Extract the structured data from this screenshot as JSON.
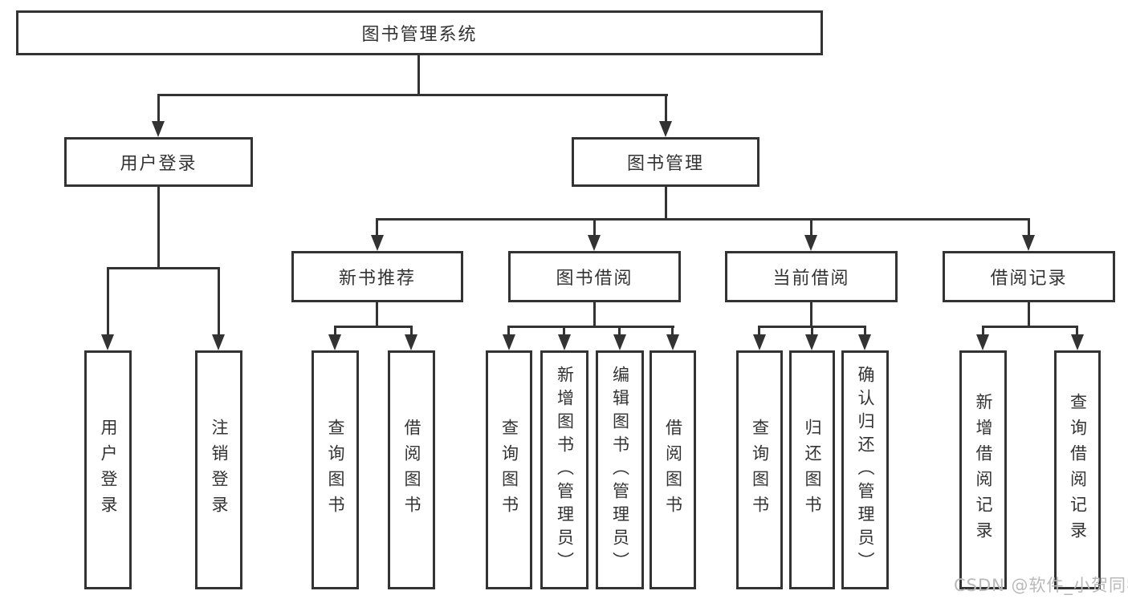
{
  "diagram": {
    "root": {
      "label": "图书管理系统"
    },
    "branches": {
      "user_login": {
        "label": "用户登录",
        "children": [
          "用户登录",
          "注销登录"
        ]
      },
      "book_management": {
        "label": "图书管理",
        "sections": {
          "new_book_recommend": {
            "label": "新书推荐",
            "children": [
              "查询图书",
              "借阅图书"
            ]
          },
          "book_borrow": {
            "label": "图书借阅",
            "children": [
              "查询图书",
              "新增图书（管理员）",
              "编辑图书（管理员）",
              "借阅图书"
            ]
          },
          "current_borrow": {
            "label": "当前借阅",
            "children": [
              "查询图书",
              "归还图书",
              "确认归还（管理员）"
            ]
          },
          "borrow_records": {
            "label": "借阅记录",
            "children": [
              "新增借阅记录",
              "查询借阅记录"
            ]
          }
        }
      }
    },
    "colors": {
      "line": "#333333",
      "text": "#333333",
      "background": "#ffffff",
      "watermark": "#b9b9b9"
    }
  },
  "watermark": {
    "text": "CSDN @软件_小贺同学"
  }
}
